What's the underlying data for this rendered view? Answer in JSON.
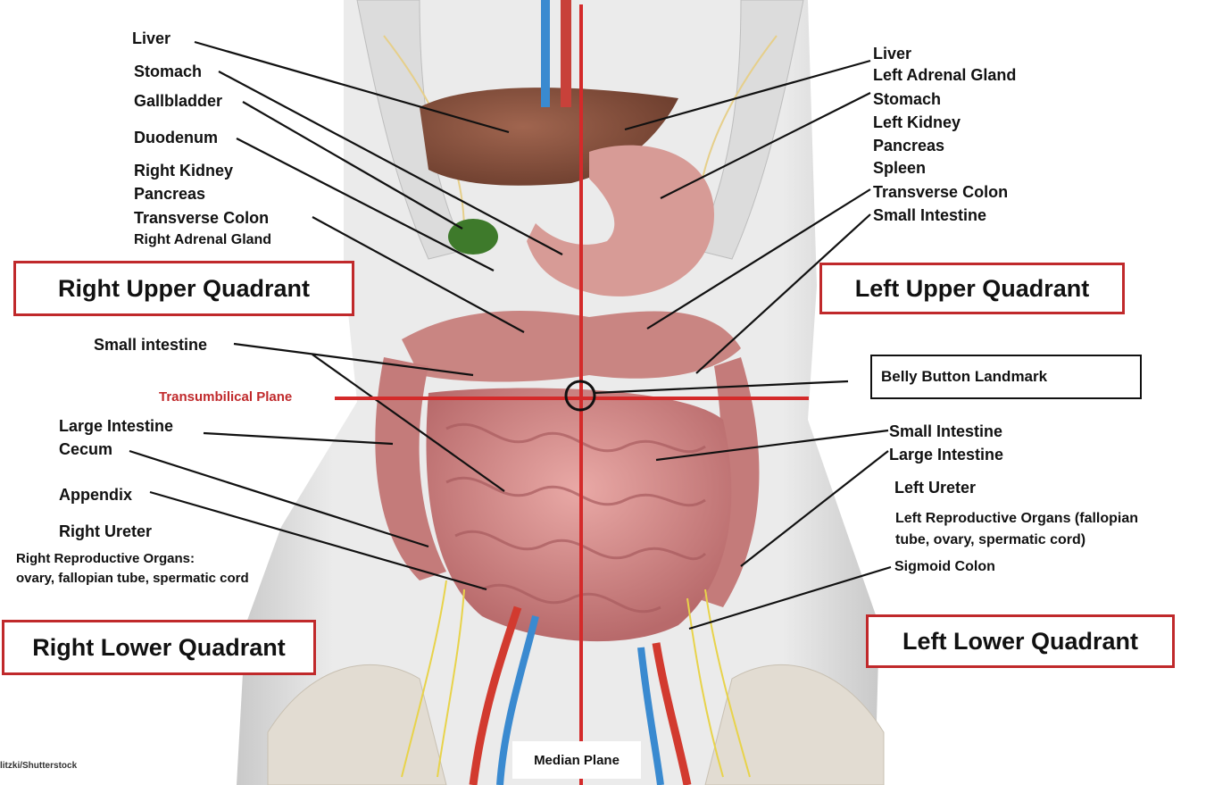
{
  "colors": {
    "plane_line": "#d42a2a",
    "leader": "#111111",
    "box_border": "#c0292b"
  },
  "quadrants": {
    "ruq": "Right Upper Quadrant",
    "luq": "Left Upper Quadrant",
    "rlq": "Right Lower Quadrant",
    "llq": "Left Lower Quadrant"
  },
  "ruq_labels": {
    "liver": "Liver",
    "stomach": "Stomach",
    "gallbladder": "Gallbladder",
    "duodenum": "Duodenum",
    "right_kidney": "Right Kidney",
    "pancreas": "Pancreas",
    "transverse_colon": "Transverse Colon",
    "right_adrenal": "Right Adrenal Gland"
  },
  "luq_labels": {
    "liver": "Liver",
    "left_adrenal": "Left Adrenal Gland",
    "stomach": "Stomach",
    "left_kidney": "Left Kidney",
    "pancreas": "Pancreas",
    "spleen": "Spleen",
    "transverse_colon": "Transverse Colon",
    "small_intestine": "Small Intestine"
  },
  "rlq_labels": {
    "small_intestine": "Small intestine",
    "large_intestine": "Large Intestine",
    "cecum": "Cecum",
    "appendix": "Appendix",
    "right_ureter": "Right Ureter",
    "repro_line1": "Right Reproductive Organs:",
    "repro_line2": "ovary, fallopian tube, spermatic cord"
  },
  "llq_labels": {
    "small_intestine": "Small Intestine",
    "large_intestine": "Large Intestine",
    "left_ureter": "Left Ureter",
    "repro_line1": "Left Reproductive Organs (fallopian",
    "repro_line2": "tube, ovary, spermatic cord)",
    "sigmoid": "Sigmoid Colon"
  },
  "belly_button": "Belly Button Landmark",
  "transumbilical": "Transumbilical Plane",
  "median": "Median Plane",
  "credit": "litzki/Shutterstock"
}
